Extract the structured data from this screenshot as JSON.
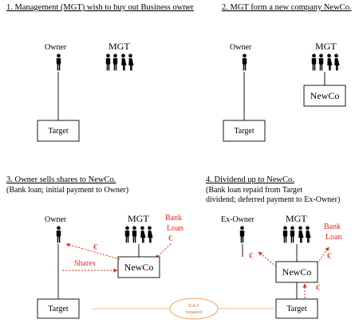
{
  "panels": [
    {
      "title": "1. Management (MGT) wish to buy out Business owner",
      "owner_label": "Owner",
      "mgt_label": "MGT",
      "target_label": "Target"
    },
    {
      "title": "2. MGT form a new company NewCo.",
      "owner_label": "Owner",
      "mgt_label": "MGT",
      "target_label": "Target",
      "newco_label": "NewCo"
    },
    {
      "title": "3. Owner sells shares to NewCo.",
      "subtitle": "(Bank loan; initial payment to Owner)",
      "owner_label": "Owner",
      "mgt_label": "MGT",
      "target_label": "Target",
      "newco_label": "NewCo",
      "bank_loan_lines": [
        "Bank",
        "Loan",
        "€"
      ],
      "shares_label": "Shares",
      "euro_label": "€"
    },
    {
      "title": "4. Dividend up to NewCo.",
      "subtitle_lines": [
        "(Bank loan repaid from Target",
        "dividend; deferred payment to Ex-Owner)"
      ],
      "owner_label": "Ex-Owner",
      "mgt_label": "MGT",
      "target_label": "Target",
      "newco_label": "NewCo",
      "bank_loan_lines": [
        "Bank",
        "Loan"
      ],
      "euro_owner": "€",
      "euro_bank": "€",
      "euro_dividend": "€"
    }
  ],
  "saf_oval": {
    "line1": "S.A.F",
    "line2": "required"
  },
  "colors": {
    "red": "#e8281c",
    "oval": "#f0a060"
  },
  "icons": {
    "person": "person-icon",
    "group": "people-group-icon"
  }
}
